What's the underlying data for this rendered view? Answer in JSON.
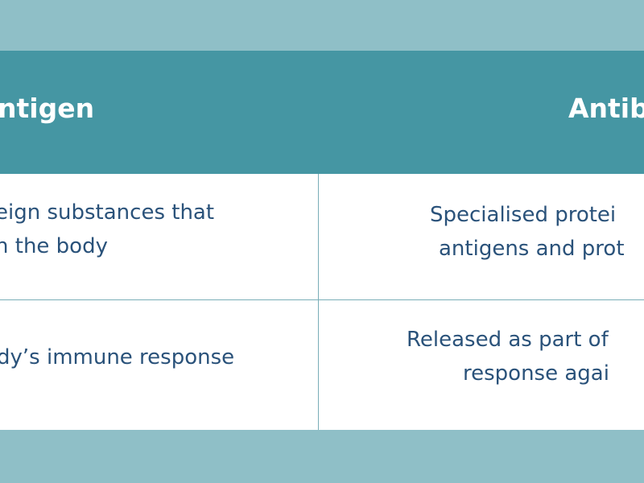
{
  "table": {
    "headers": [
      "ntigen",
      "Antib"
    ],
    "rows": [
      {
        "left": [
          "eign substances that",
          "n the body"
        ],
        "right": [
          "Specialised protei",
          "antigens and prot"
        ]
      },
      {
        "left": [
          "dy’s immune response"
        ],
        "right": [
          "Released as part of",
          "response agai"
        ]
      }
    ]
  },
  "colors": {
    "page_background": "#8fbfc7",
    "header_background": "#4596a3",
    "header_text": "#ffffff",
    "body_text": "#2a527a",
    "divider": "#79aeb8"
  }
}
